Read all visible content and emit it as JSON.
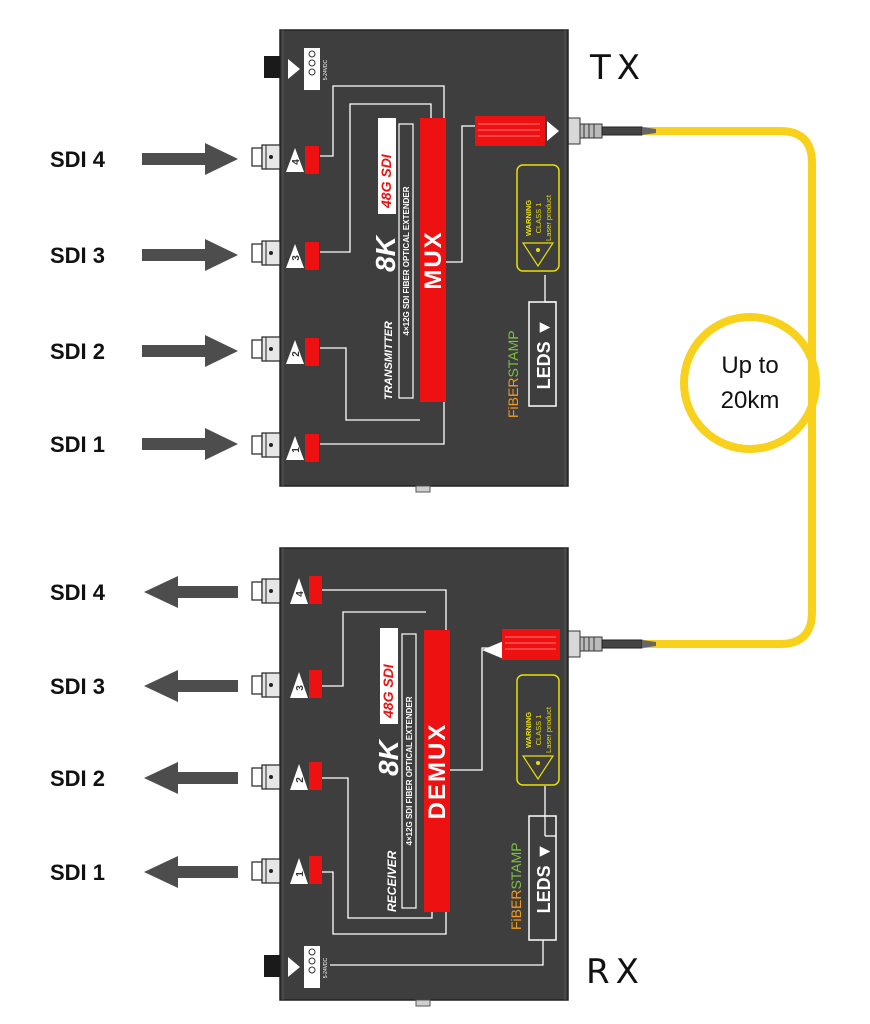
{
  "transmitter": {
    "tag": "TX",
    "inputs": [
      "SDI 4",
      "SDI 3",
      "SDI 2",
      "SDI 1"
    ],
    "port_numbers": [
      "4",
      "3",
      "2",
      "1"
    ],
    "model_big": "8K",
    "model_small": "48G SDI",
    "device_name": "TRANSMITTER",
    "description": "4×12G SDI FIBER OPTICAL EXTENDER",
    "module_label": "MUX",
    "power_label": "5-24VDC"
  },
  "receiver": {
    "tag": "RX",
    "outputs": [
      "SDI 4",
      "SDI 3",
      "SDI 2",
      "SDI 1"
    ],
    "port_numbers": [
      "4",
      "3",
      "2",
      "1"
    ],
    "model_big": "8K",
    "model_small": "48G SDI",
    "device_name": "RECEIVER",
    "description": "4×12G SDI FIBER OPTICAL EXTENDER",
    "module_label": "DEMUX",
    "power_label": "5-24VDC"
  },
  "branding": {
    "brand_part1": "FiBER",
    "brand_part2": "STAMP",
    "leds_label": "LEDS ▼"
  },
  "warning": {
    "title": "WARNING",
    "line1": "CLASS 1",
    "line2": "Laser product"
  },
  "fiber": {
    "distance_line1": "Up to",
    "distance_line2": "20km"
  },
  "colors": {
    "housing": "#3e3e3e",
    "accent_red": "#ee1111",
    "fiber_yellow": "#f7d11b",
    "brand_orange": "#f29a1f",
    "brand_green": "#7dc241",
    "arrow_gray": "#4d4d4d"
  }
}
